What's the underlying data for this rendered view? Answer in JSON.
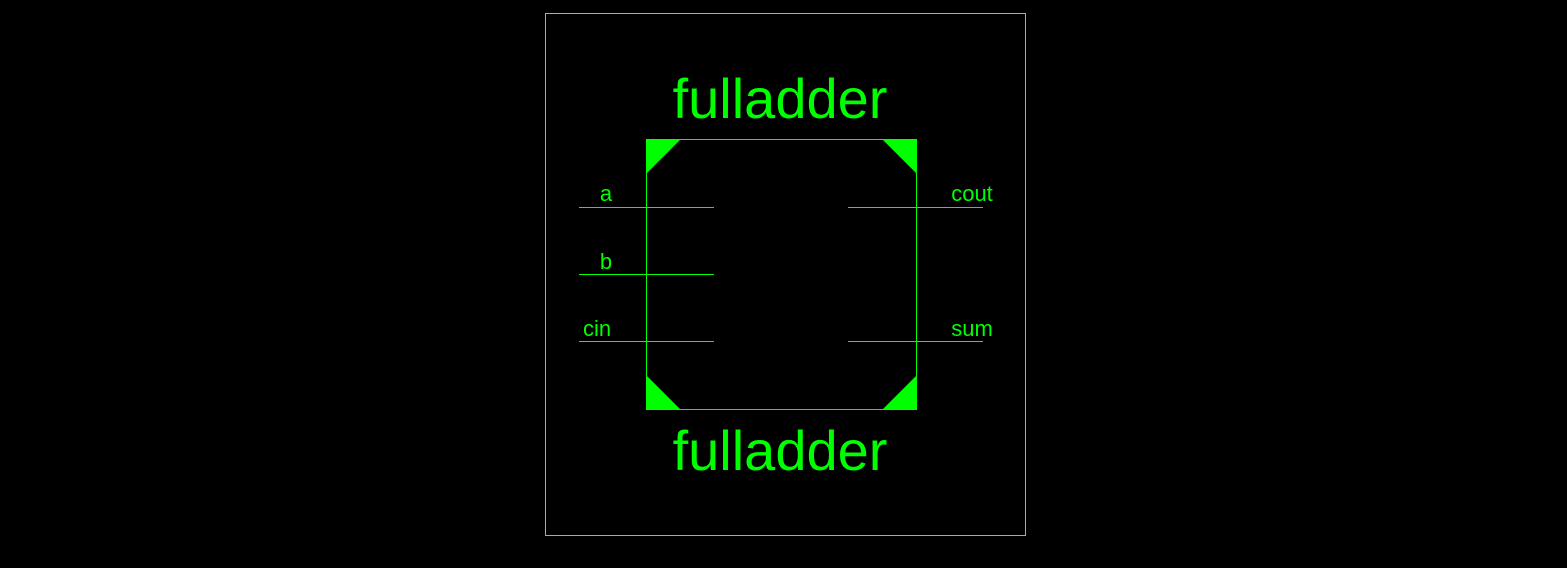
{
  "colors": {
    "background": "#000000",
    "frame": "#aaaaaa",
    "symbol": "#00ff00"
  },
  "symbol": {
    "title_top": "fulladder",
    "title_bottom": "fulladder",
    "inputs": [
      {
        "name": "a"
      },
      {
        "name": "b"
      },
      {
        "name": "cin"
      }
    ],
    "outputs": [
      {
        "name": "cout"
      },
      {
        "name": "sum"
      }
    ]
  }
}
